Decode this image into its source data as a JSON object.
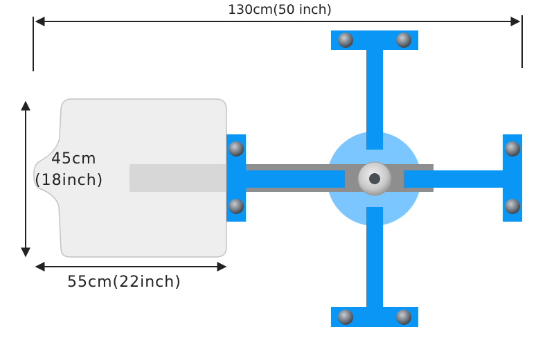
{
  "dimensions": {
    "overall_width": "130cm(50 inch)",
    "platen_height_cm": "45cm",
    "platen_height_inch": "(18inch)",
    "platen_width": "55cm(22inch)"
  },
  "colors": {
    "frame_blue": "#0a96f5",
    "hub_light_blue": "#7cc6ff",
    "platen_fill": "#eeeeee",
    "platen_stroke": "#c9c9c9",
    "rail_gray": "#8c8c8c",
    "arrow": "#222222",
    "knob_gray": "#8a8f96"
  }
}
